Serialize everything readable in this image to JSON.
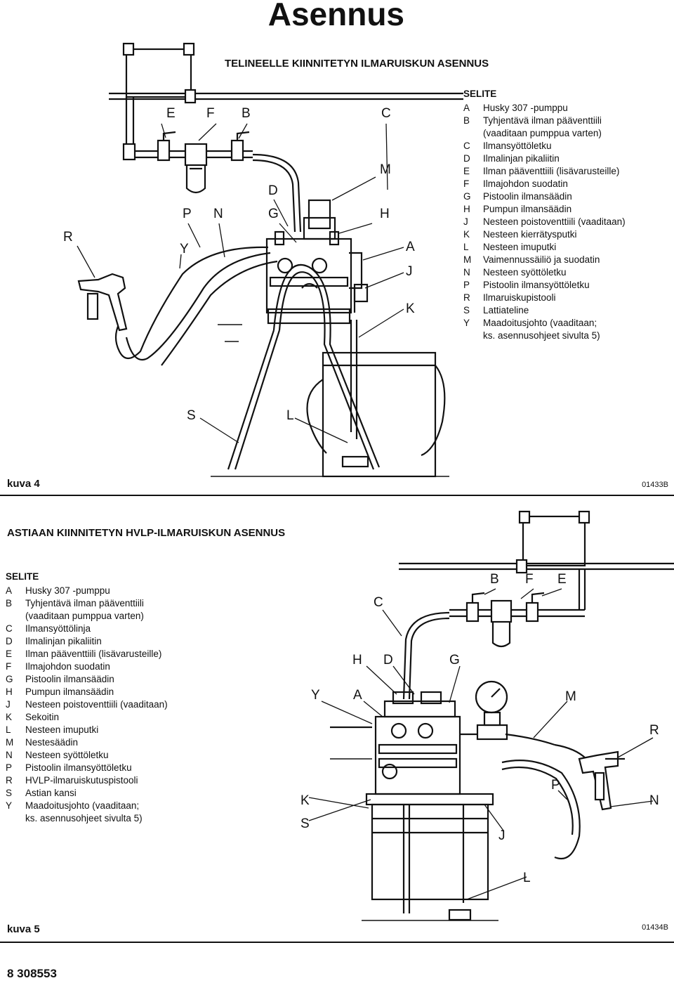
{
  "page": {
    "title": "Asennus",
    "footer": "8   308553"
  },
  "section1": {
    "heading": "TELINEELLE KIINNITETYN ILMARUISKUN ASENNUS",
    "legend_title": "SELITE",
    "legend": [
      {
        "key": "A",
        "text": "Husky 307 -pumppu"
      },
      {
        "key": "B",
        "text": "Tyhjentävä ilman pääventtiili"
      },
      {
        "key": "",
        "text": "(vaaditaan pumppua varten)"
      },
      {
        "key": "C",
        "text": "Ilmansyöttöletku"
      },
      {
        "key": "D",
        "text": "Ilmalinjan pikaliitin"
      },
      {
        "key": "E",
        "text": "Ilman pääventtiili (lisävarusteille)"
      },
      {
        "key": "F",
        "text": "Ilmajohdon suodatin"
      },
      {
        "key": "G",
        "text": "Pistoolin ilmansäädin"
      },
      {
        "key": "H",
        "text": "Pumpun ilmansäädin"
      },
      {
        "key": "J",
        "text": "Nesteen poistoventtiili (vaaditaan)"
      },
      {
        "key": "K",
        "text": "Nesteen kierrätysputki"
      },
      {
        "key": "L",
        "text": "Nesteen imuputki"
      },
      {
        "key": "M",
        "text": "Vaimennussäiliö ja suodatin"
      },
      {
        "key": "N",
        "text": "Nesteen syöttöletku"
      },
      {
        "key": "P",
        "text": "Pistoolin ilmansyöttöletku"
      },
      {
        "key": "R",
        "text": "Ilmaruiskupistooli"
      },
      {
        "key": "S",
        "text": "Lattiateline"
      },
      {
        "key": "Y",
        "text": "Maadoitusjohto (vaaditaan;"
      },
      {
        "key": "",
        "text": "ks. asennusohjeet sivulta 5)"
      }
    ],
    "figure_label": "kuva 4",
    "figure_code": "01433B",
    "callouts": {
      "E": "E",
      "F": "F",
      "B": "B",
      "C": "C",
      "M": "M",
      "D": "D",
      "P": "P",
      "N": "N",
      "G": "G",
      "H": "H",
      "R": "R",
      "Y": "Y",
      "A": "A",
      "J": "J",
      "K": "K",
      "S": "S",
      "L": "L"
    }
  },
  "section2": {
    "heading": "ASTIAAN KIINNITETYN HVLP-ILMARUISKUN ASENNUS",
    "legend_title": "SELITE",
    "legend": [
      {
        "key": "A",
        "text": "Husky 307 -pumppu"
      },
      {
        "key": "B",
        "text": "Tyhjentävä ilman pääventtiili"
      },
      {
        "key": "",
        "text": "(vaaditaan pumppua varten)"
      },
      {
        "key": "C",
        "text": "Ilmansyöttölinja"
      },
      {
        "key": "D",
        "text": "Ilmalinjan pikaliitin"
      },
      {
        "key": "E",
        "text": "Ilman pääventtiili (lisävarusteille)"
      },
      {
        "key": "F",
        "text": "Ilmajohdon suodatin"
      },
      {
        "key": "G",
        "text": "Pistoolin ilmansäädin"
      },
      {
        "key": "H",
        "text": "Pumpun ilmansäädin"
      },
      {
        "key": "J",
        "text": "Nesteen poistoventtiili (vaaditaan)"
      },
      {
        "key": "K",
        "text": "Sekoitin"
      },
      {
        "key": "L",
        "text": "Nesteen imuputki"
      },
      {
        "key": "M",
        "text": "Nestesäädin"
      },
      {
        "key": "N",
        "text": "Nesteen syöttöletku"
      },
      {
        "key": "P",
        "text": "Pistoolin ilmansyöttöletku"
      },
      {
        "key": "R",
        "text": "HVLP-ilmaruiskutuspistooli"
      },
      {
        "key": "S",
        "text": "Astian kansi"
      },
      {
        "key": "Y",
        "text": "Maadoitusjohto (vaaditaan;"
      },
      {
        "key": "",
        "text": "ks. asennusohjeet sivulta 5)"
      }
    ],
    "figure_label": "kuva 5",
    "figure_code": "01434B",
    "callouts": {
      "B": "B",
      "F": "F",
      "E": "E",
      "C": "C",
      "H": "H",
      "D": "D",
      "G": "G",
      "Y": "Y",
      "A": "A",
      "M": "M",
      "R": "R",
      "P": "P",
      "N": "N",
      "K": "K",
      "S": "S",
      "J": "J",
      "L": "L"
    }
  }
}
